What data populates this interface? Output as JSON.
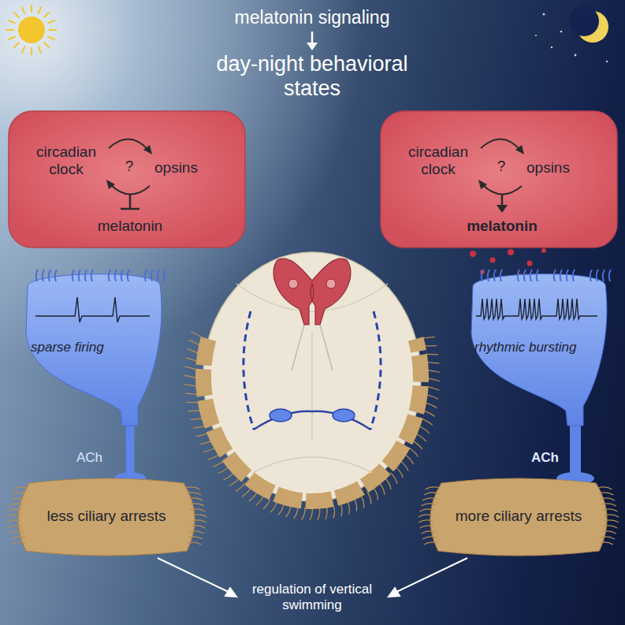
{
  "diagram": {
    "nodes": [
      {
        "text": [
          "circadian clock",
          "?",
          "opsins",
          "melatonin"
        ]
      },
      {
        "text": [
          "circadian clock",
          "?",
          "opsins",
          "melatonin"
        ]
      },
      {
        "text": [
          "sparse firing",
          "ACh"
        ]
      },
      {
        "text": [
          "rhythmic bursting",
          "ACh"
        ]
      },
      {
        "text": [
          "less ciliary arrests"
        ]
      },
      {
        "text": [
          "more ciliary arrests"
        ]
      }
    ],
    "edges": [
      {
        "from": 2,
        "to": 4,
        "arrow": "none"
      },
      {
        "from": 3,
        "to": 5,
        "arrow": "none"
      }
    ],
    "labels": [
      "melatonin signaling",
      "day-night behavioral states",
      "regulation of vertical swimming"
    ]
  }
}
